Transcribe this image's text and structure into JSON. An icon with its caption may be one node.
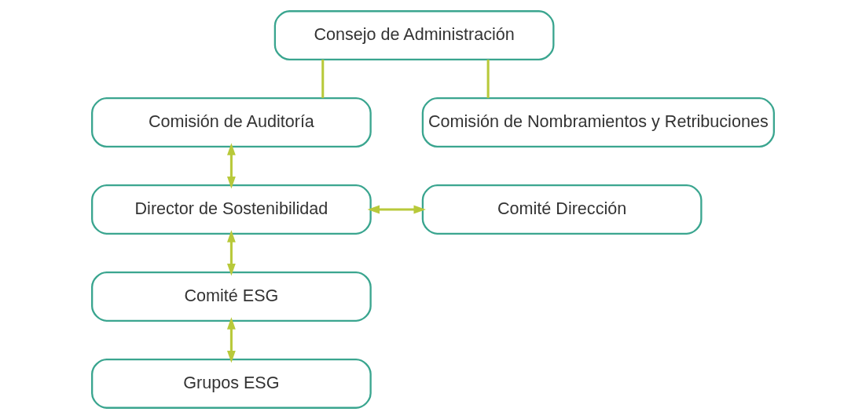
{
  "diagram": {
    "nodes": [
      {
        "text": [
          "Consejo de Administración"
        ]
      },
      {
        "text": [
          "Comisión de Auditoría"
        ]
      },
      {
        "text": [
          "Comisión de Nombramientos y Retribuciones"
        ]
      },
      {
        "text": [
          "Director de Sostenibilidad"
        ]
      },
      {
        "text": [
          "Comité Dirección"
        ]
      },
      {
        "text": [
          "Comité ESG"
        ]
      },
      {
        "text": [
          "Grupos ESG"
        ]
      }
    ],
    "edges": [
      {
        "from": 0,
        "to": 1,
        "arrow": "none"
      },
      {
        "from": 0,
        "to": 2,
        "arrow": "none"
      },
      {
        "from": 1,
        "to": 3,
        "arrow": "both"
      },
      {
        "from": 3,
        "to": 4,
        "arrow": "both"
      },
      {
        "from": 3,
        "to": 5,
        "arrow": "both"
      },
      {
        "from": 5,
        "to": 6,
        "arrow": "both"
      }
    ]
  }
}
